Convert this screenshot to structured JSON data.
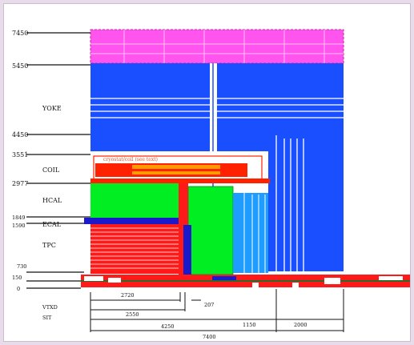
{
  "diagram": {
    "dimension_labels": {
      "y_7450": "7450",
      "y_5450": "5450",
      "y_4450": "4450",
      "y_3551": "3551",
      "y_2977": "2977",
      "y_1849": "1849",
      "y_1590": "1590",
      "y_730": "730",
      "y_150": "150",
      "y_0": "0"
    },
    "component_labels": {
      "yoke": "YOKE",
      "coil": "COIL",
      "hcal": "HCAL",
      "ecal": "ECAL",
      "tpc": "TPC",
      "vtx": "VTXD",
      "sit": "SIT"
    },
    "coil_note": "cryostat/coil (see text)",
    "bottom_dimensions": {
      "d2720": "2720",
      "d207": "207",
      "d2550": "2550",
      "d4250": "4250",
      "d1150": "1150",
      "d2000": "2000",
      "d7400": "7400"
    },
    "colors": {
      "yoke": "#1a4fff",
      "yoke_top": "#ff55ee",
      "coil": "#ff2200",
      "hcal": "#00ee22",
      "ecal": "#ff1a1a",
      "endcap": "#1e9cff",
      "beam": "#2a6a2a"
    }
  }
}
